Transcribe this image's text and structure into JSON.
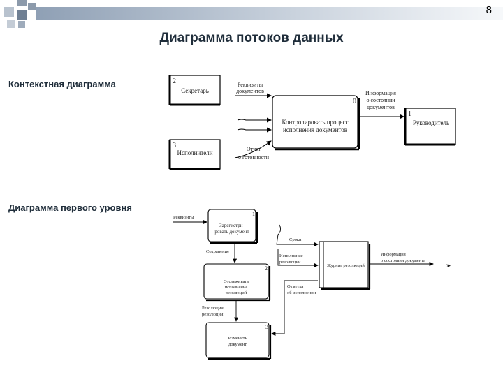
{
  "page_number": "8",
  "title": "Диаграмма потоков данных",
  "sections": {
    "context": "Контекстная диаграмма",
    "first_level": "Диаграмма первого уровня"
  },
  "context_diagram": {
    "ext_secretary": {
      "num": "2",
      "label": "Секретарь"
    },
    "ext_executors": {
      "num": "3",
      "label": "Исполнители"
    },
    "ext_manager": {
      "num": "1",
      "label": "Руководитель"
    },
    "process": {
      "num": "0",
      "line1": "Контролировать процесс",
      "line2": "исполнения документов"
    },
    "flow_docs_line1": "Реквизиты",
    "flow_docs_line2": "документов",
    "flow_info_line1": "Информация",
    "flow_info_line2": "о состоянии",
    "flow_info_line3": "документов",
    "flow_report_line1": "Отчет",
    "flow_report_line2": "о готовности"
  },
  "first_level_diagram": {
    "input_label": "Реквизиты",
    "proc1": {
      "num": "1",
      "line1": "Зарегистри-",
      "line2": "ровать документ"
    },
    "proc2": {
      "num": "2",
      "line1": "Отслеживать",
      "line2": "исполнение",
      "line3": "резолюций"
    },
    "proc3": {
      "num": "3",
      "line1": "Изменить",
      "line2": "документ"
    },
    "store": {
      "label": "Журнал резолюций"
    },
    "flow_save": "Сохранение",
    "flow_deadline": "Сроки",
    "flow_execution_line1": "Исполнение",
    "flow_execution_line2": "резолюции",
    "flow_resolution_line1": "Резолюции",
    "flow_resolution_line2": "резолюции",
    "flow_report_line1": "Отметка",
    "flow_report_line2": "об исполнении",
    "flow_info_line1": "Информация",
    "flow_info_line2": "о состоянии документа",
    "trailing_mark": ":▸"
  }
}
